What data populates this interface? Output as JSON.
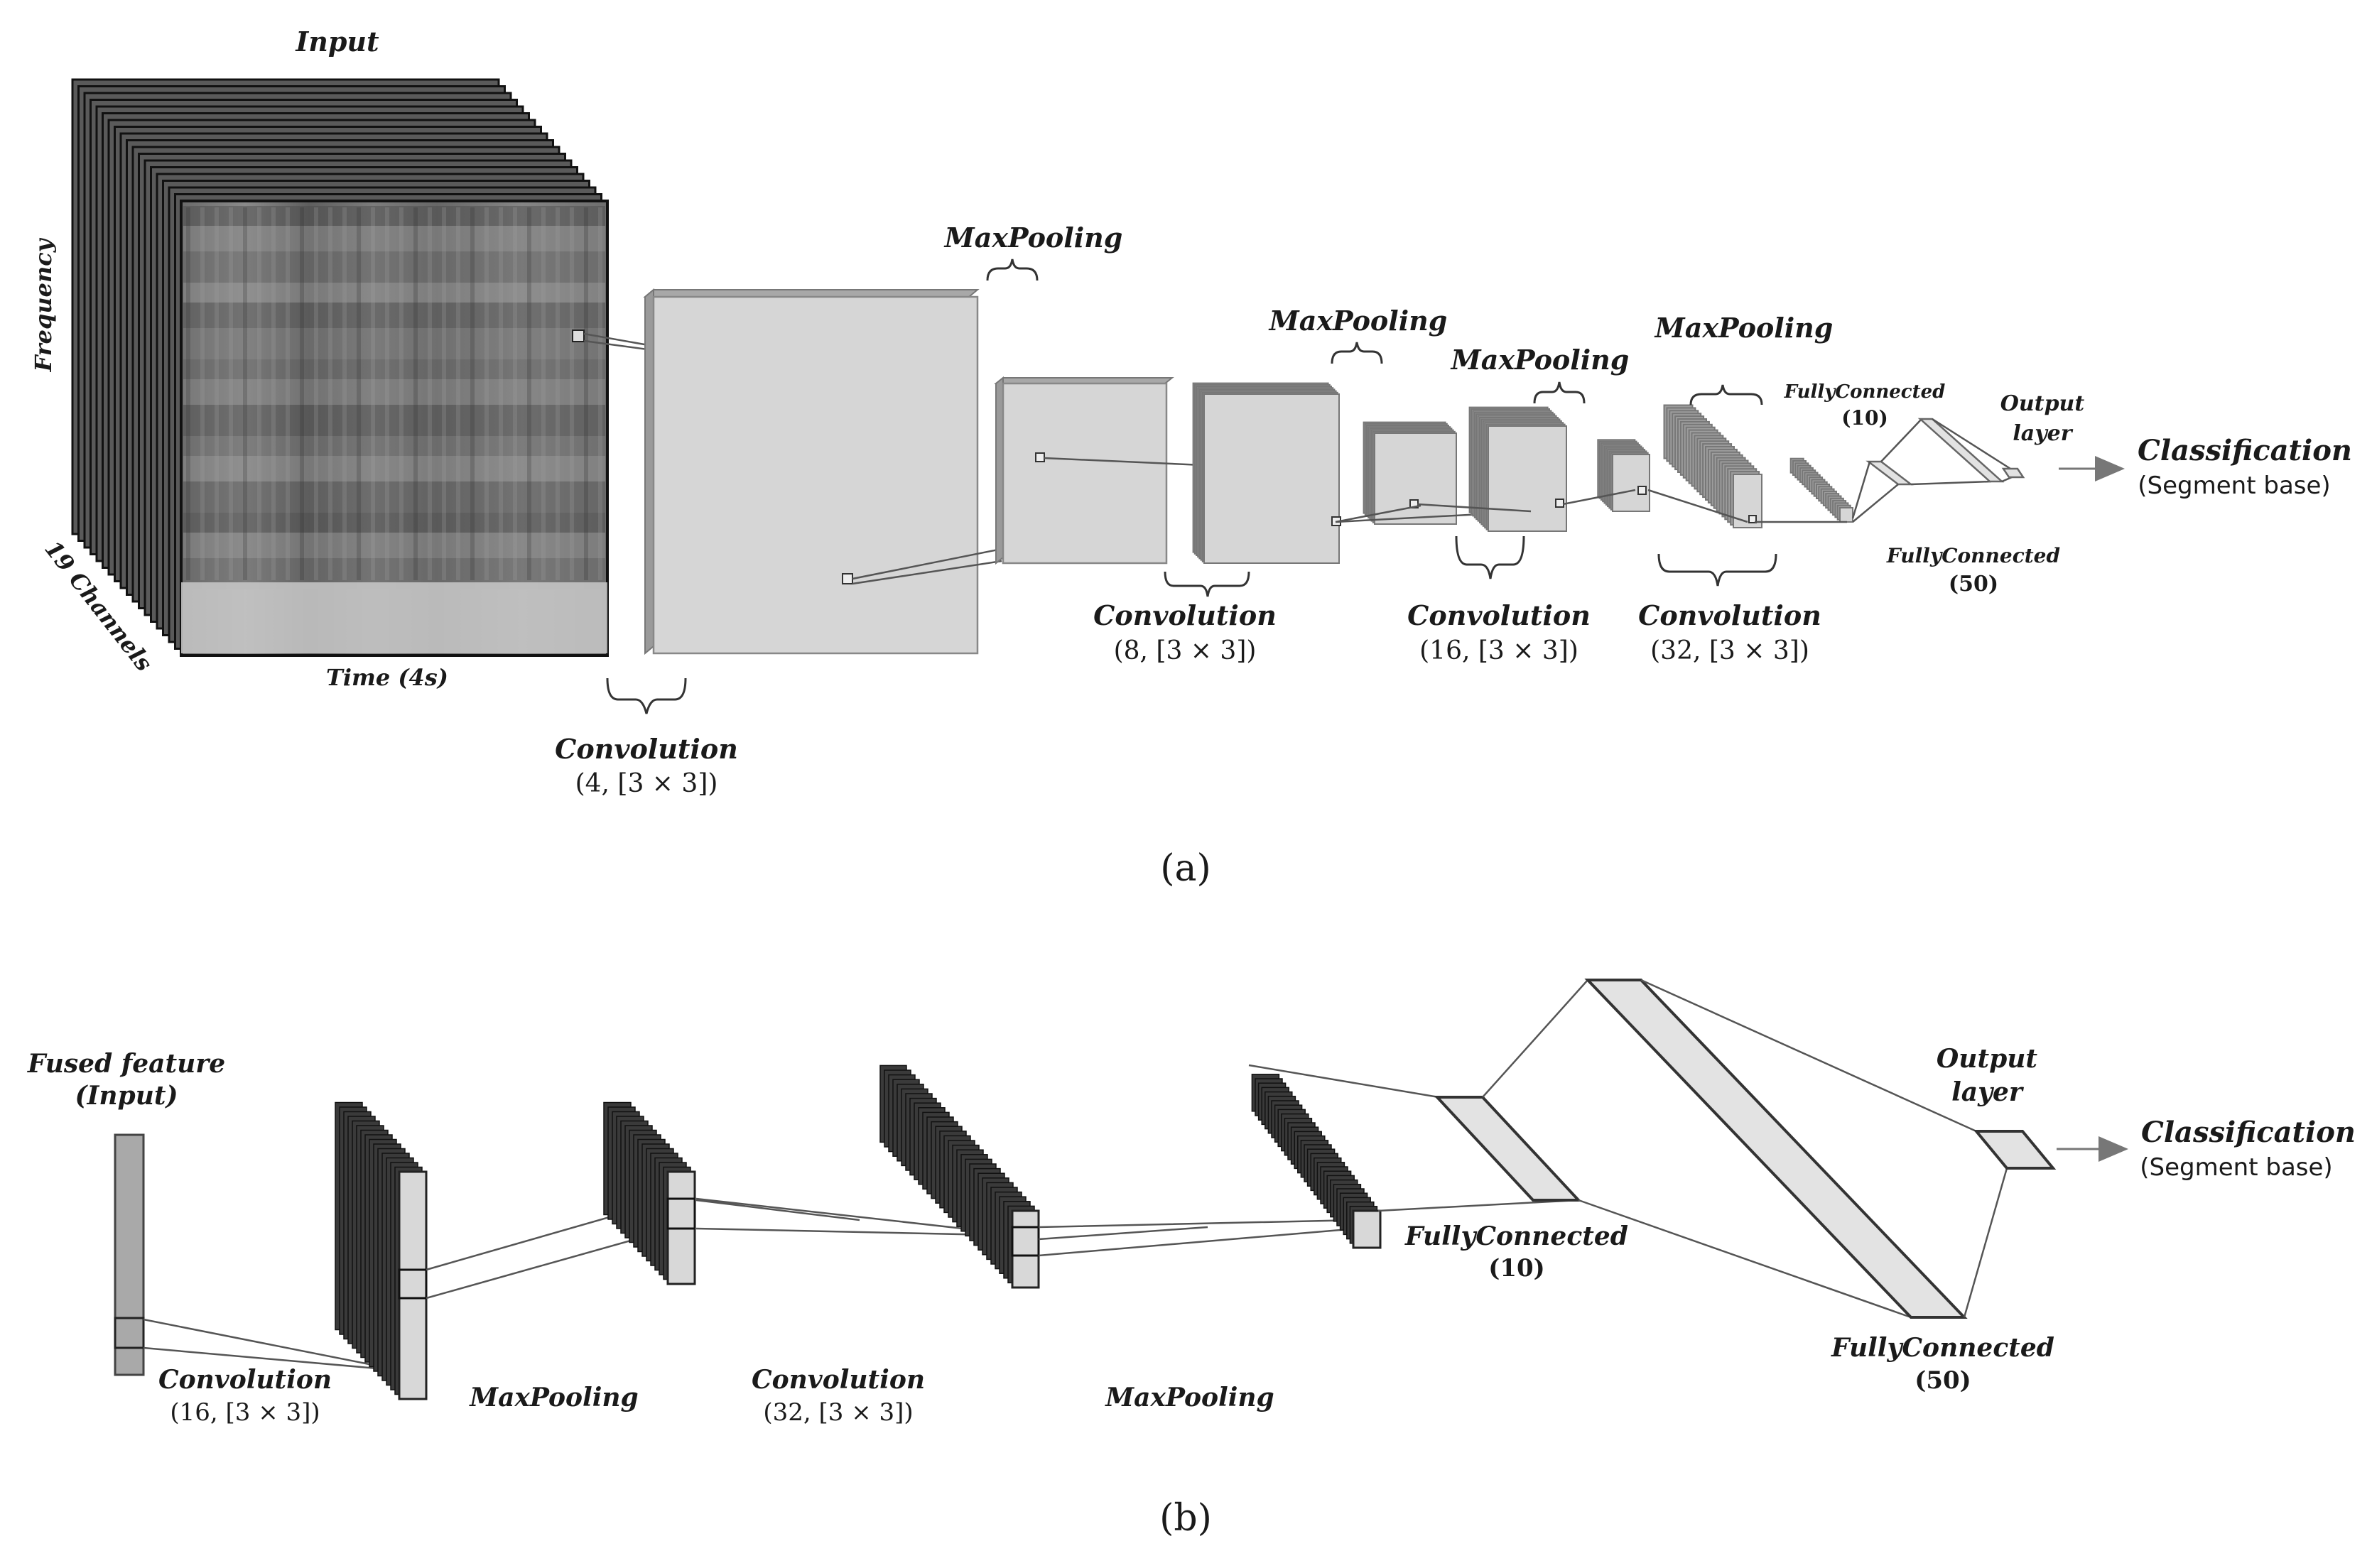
{
  "panel_a": {
    "input_label": "Input",
    "frequency_label": "Frequency",
    "channels_label": "19 Channels",
    "time_label": "Time (4s)",
    "conv1": {
      "title": "Convolution",
      "params": "(4, [3 × 3])"
    },
    "conv2": {
      "title": "Convolution",
      "params": "(8, [3 × 3])"
    },
    "conv3": {
      "title": "Convolution",
      "params": "(16, [3 × 3])"
    },
    "conv4": {
      "title": "Convolution",
      "params": "(32, [3 × 3])"
    },
    "pool1": "MaxPooling",
    "pool2": "MaxPooling",
    "pool3": "MaxPooling",
    "pool4": "MaxPooling",
    "fc10": {
      "title": "FullyConnected",
      "params": "(10)"
    },
    "fc50": {
      "title": "FullyConnected",
      "params": "(50)"
    },
    "output_line1": "Output",
    "output_line2": "layer",
    "classification": "Classification",
    "segment": "(Segment base)",
    "caption": "(a)"
  },
  "panel_b": {
    "input_line1": "Fused feature",
    "input_line2": "(Input)",
    "conv1": {
      "title": "Convolution",
      "params": "(16, [3 × 3])"
    },
    "pool1": "MaxPooling",
    "conv2": {
      "title": "Convolution",
      "params": "(32, [3 × 3])"
    },
    "pool2": "MaxPooling",
    "fc10": {
      "title": "FullyConnected",
      "params": "(10)"
    },
    "fc50": {
      "title": "FullyConnected",
      "params": "(50)"
    },
    "output_line1": "Output",
    "output_line2": "layer",
    "classification": "Classification",
    "segment": "(Segment base)",
    "caption": "(b)"
  },
  "colors": {
    "block_fill": "#d6d6d6",
    "block_edge": "#888888",
    "dark_stack": "#333333"
  }
}
